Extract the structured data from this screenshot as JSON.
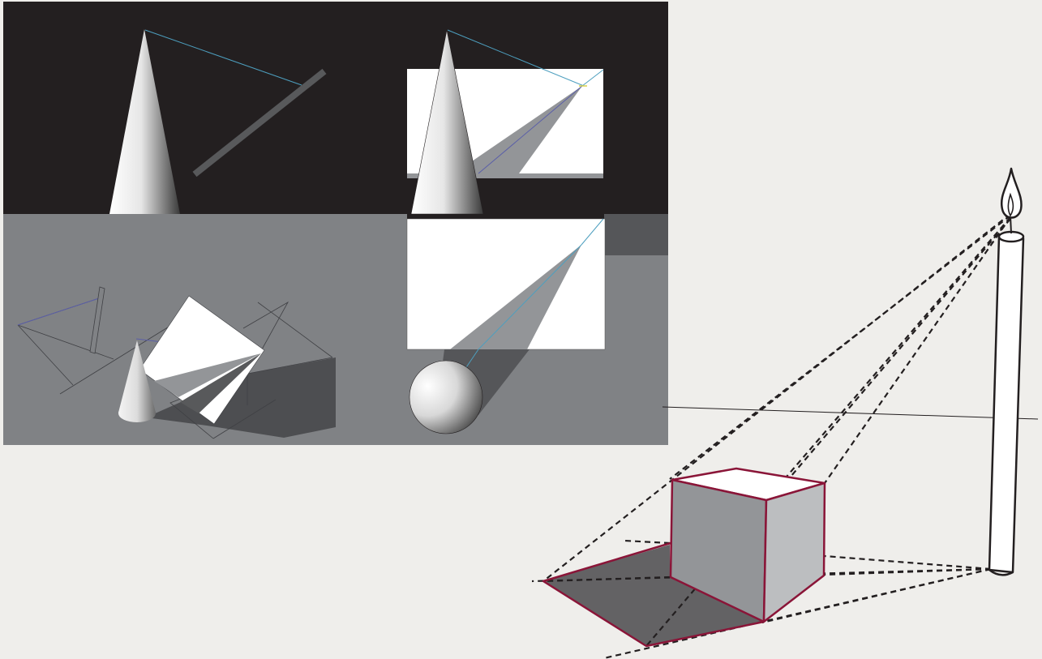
{
  "figure": {
    "background_color": "#efeeeb",
    "panels": [
      {
        "name": "cone-with-rod-shadow-study",
        "background": "#231f20"
      },
      {
        "name": "cone-with-plane-shadow-study",
        "background": "#231f20"
      },
      {
        "name": "cone-with-tilted-card-shadow-study",
        "background": "#808285"
      },
      {
        "name": "sphere-with-plane-shadow-study",
        "background": "#808285"
      }
    ],
    "candle_cube_scene": {
      "cube_edge_color": "#8a1538",
      "cube_face_colors": [
        "#ffffff",
        "#939598",
        "#bcbec0"
      ],
      "shadow_color": "#636264",
      "light_source": "candle-flame-icon",
      "projection_lines": "dashed"
    },
    "texts": []
  }
}
